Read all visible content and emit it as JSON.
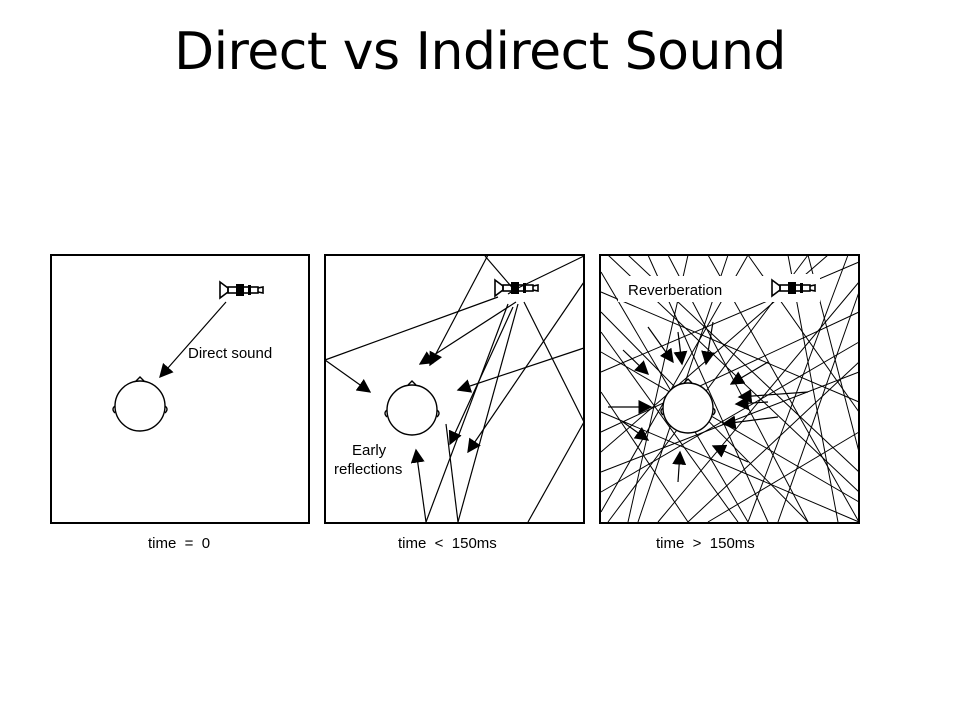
{
  "slide": {
    "title": "Direct vs Indirect Sound"
  },
  "panels": [
    {
      "id": "direct",
      "label": "Direct sound",
      "label_2": "",
      "caption": "time  =  0"
    },
    {
      "id": "early",
      "label": "Early",
      "label_2": "reflections",
      "caption": "time  <  150ms"
    },
    {
      "id": "reverb",
      "label": "Reverberation",
      "label_2": "",
      "caption": "time  >  150ms"
    }
  ],
  "icons": {
    "source": "trumpet-icon",
    "listener": "head-icon",
    "ray": "arrow-icon"
  },
  "colors": {
    "ink": "#000000",
    "background": "#ffffff"
  }
}
